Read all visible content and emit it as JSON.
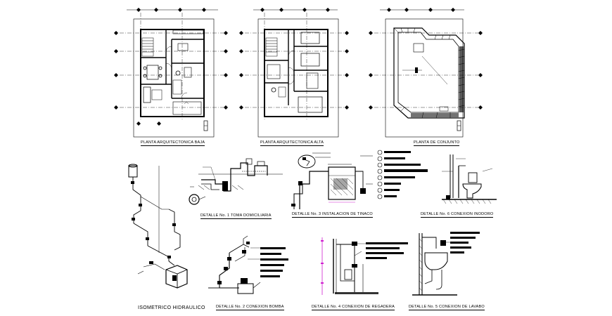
{
  "colors": {
    "ink": "#000000",
    "paper": "#ffffff",
    "accent": "#d020d0"
  },
  "labels": {
    "plan_ground": "PLANTA ARQUITECTONICA BAJA",
    "plan_upper": "PLANTA ARQUITECTONICA ALTA",
    "plan_site": "PLANTA DE CONJUNTO",
    "isometric": "ISOMETRICO HIDRAULICO",
    "detail_1": "DETALLE No. 1  TOMA DOMICILIARIA",
    "detail_2": "DETALLE No. 2  CONEXION BOMBA",
    "detail_3": "DETALLE No. 3  INSTALACION DE TINACO",
    "detail_4": "DETALLE No. 4  CONEXION DE REGADERA",
    "detail_5": "DETALLE No. 5  CONEXION DE LAVABO",
    "detail_6": "DETALLE No. 6  CONEXION INODORO"
  }
}
